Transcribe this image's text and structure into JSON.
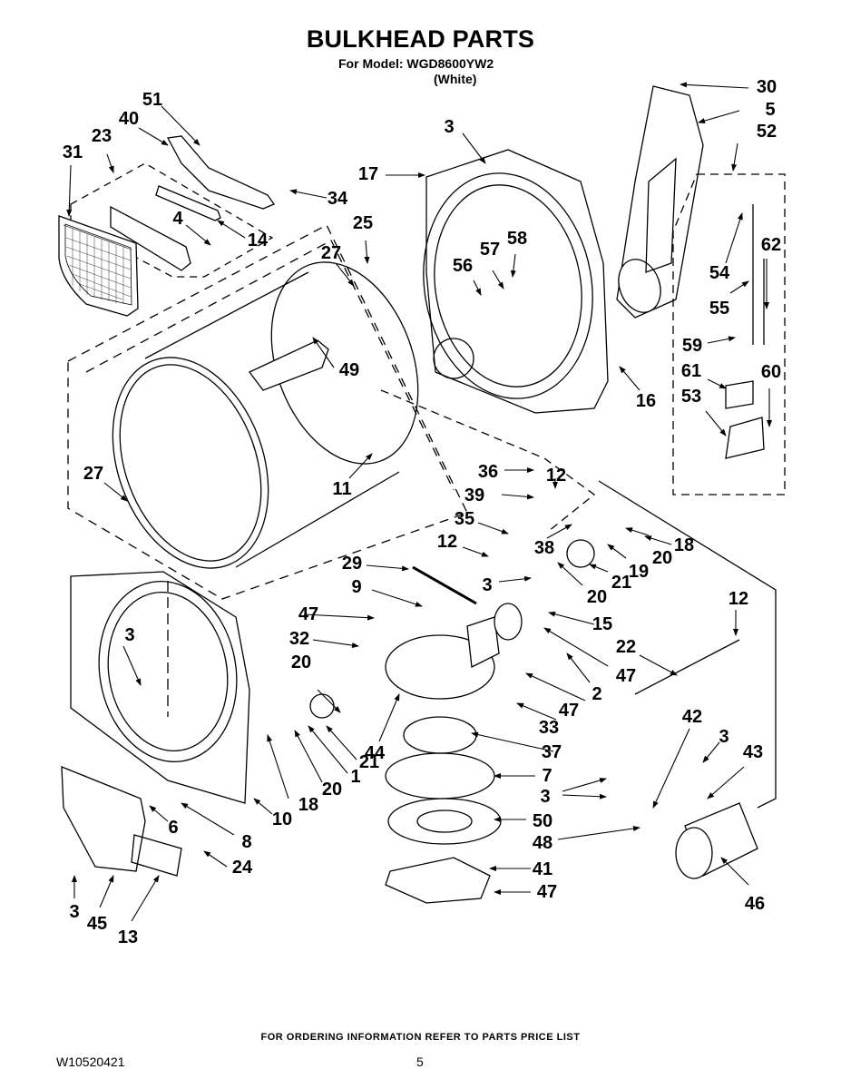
{
  "header": {
    "title": "BULKHEAD PARTS",
    "model_line": "For Model: WGD8600YW2",
    "color_line": "(White)"
  },
  "callouts": [
    {
      "id": "c51",
      "label": "51"
    },
    {
      "id": "c40",
      "label": "40"
    },
    {
      "id": "c23",
      "label": "23"
    },
    {
      "id": "c31",
      "label": "31"
    },
    {
      "id": "c4",
      "label": "4"
    },
    {
      "id": "c14",
      "label": "14"
    },
    {
      "id": "c34",
      "label": "34"
    },
    {
      "id": "c25",
      "label": "25"
    },
    {
      "id": "c27a",
      "label": "27"
    },
    {
      "id": "c49",
      "label": "49"
    },
    {
      "id": "c11",
      "label": "11"
    },
    {
      "id": "c27b",
      "label": "27"
    },
    {
      "id": "c3a",
      "label": "3"
    },
    {
      "id": "c17",
      "label": "17"
    },
    {
      "id": "c57",
      "label": "57"
    },
    {
      "id": "c58",
      "label": "58"
    },
    {
      "id": "c56",
      "label": "56"
    },
    {
      "id": "c16",
      "label": "16"
    },
    {
      "id": "c30",
      "label": "30"
    },
    {
      "id": "c5",
      "label": "5"
    },
    {
      "id": "c52",
      "label": "52"
    },
    {
      "id": "c54",
      "label": "54"
    },
    {
      "id": "c62",
      "label": "62"
    },
    {
      "id": "c55",
      "label": "55"
    },
    {
      "id": "c59",
      "label": "59"
    },
    {
      "id": "c61",
      "label": "61"
    },
    {
      "id": "c60",
      "label": "60"
    },
    {
      "id": "c53",
      "label": "53"
    },
    {
      "id": "c36",
      "label": "36"
    },
    {
      "id": "c12a",
      "label": "12"
    },
    {
      "id": "c39",
      "label": "39"
    },
    {
      "id": "c35",
      "label": "35"
    },
    {
      "id": "c38",
      "label": "38"
    },
    {
      "id": "c12b",
      "label": "12"
    },
    {
      "id": "c18a",
      "label": "18"
    },
    {
      "id": "c20a",
      "label": "20"
    },
    {
      "id": "c19",
      "label": "19"
    },
    {
      "id": "c21a",
      "label": "21"
    },
    {
      "id": "c20b",
      "label": "20"
    },
    {
      "id": "c29",
      "label": "29"
    },
    {
      "id": "c3b",
      "label": "3"
    },
    {
      "id": "c9",
      "label": "9"
    },
    {
      "id": "c15",
      "label": "15"
    },
    {
      "id": "c12c",
      "label": "12"
    },
    {
      "id": "c47a",
      "label": "47"
    },
    {
      "id": "c32",
      "label": "32"
    },
    {
      "id": "c22",
      "label": "22"
    },
    {
      "id": "c47b",
      "label": "47"
    },
    {
      "id": "c2",
      "label": "2"
    },
    {
      "id": "c3c",
      "label": "3"
    },
    {
      "id": "c20c",
      "label": "20"
    },
    {
      "id": "c47c",
      "label": "47"
    },
    {
      "id": "c33",
      "label": "33"
    },
    {
      "id": "c44",
      "label": "44"
    },
    {
      "id": "c21b",
      "label": "21"
    },
    {
      "id": "c37",
      "label": "37"
    },
    {
      "id": "c1",
      "label": "1"
    },
    {
      "id": "c20d",
      "label": "20"
    },
    {
      "id": "c18b",
      "label": "18"
    },
    {
      "id": "c42",
      "label": "42"
    },
    {
      "id": "c3d",
      "label": "3"
    },
    {
      "id": "c43",
      "label": "43"
    },
    {
      "id": "c7",
      "label": "7"
    },
    {
      "id": "c3e",
      "label": "3"
    },
    {
      "id": "c50",
      "label": "50"
    },
    {
      "id": "c48",
      "label": "48"
    },
    {
      "id": "c6",
      "label": "6"
    },
    {
      "id": "c8",
      "label": "8"
    },
    {
      "id": "c10",
      "label": "10"
    },
    {
      "id": "c24",
      "label": "24"
    },
    {
      "id": "c41",
      "label": "41"
    },
    {
      "id": "c47d",
      "label": "47"
    },
    {
      "id": "c46",
      "label": "46"
    },
    {
      "id": "c3f",
      "label": "3"
    },
    {
      "id": "c45",
      "label": "45"
    },
    {
      "id": "c13",
      "label": "13"
    }
  ],
  "footer": {
    "ordering_note": "FOR ORDERING INFORMATION REFER TO PARTS PRICE LIST",
    "document_number": "W10520421",
    "page_number": "5"
  }
}
